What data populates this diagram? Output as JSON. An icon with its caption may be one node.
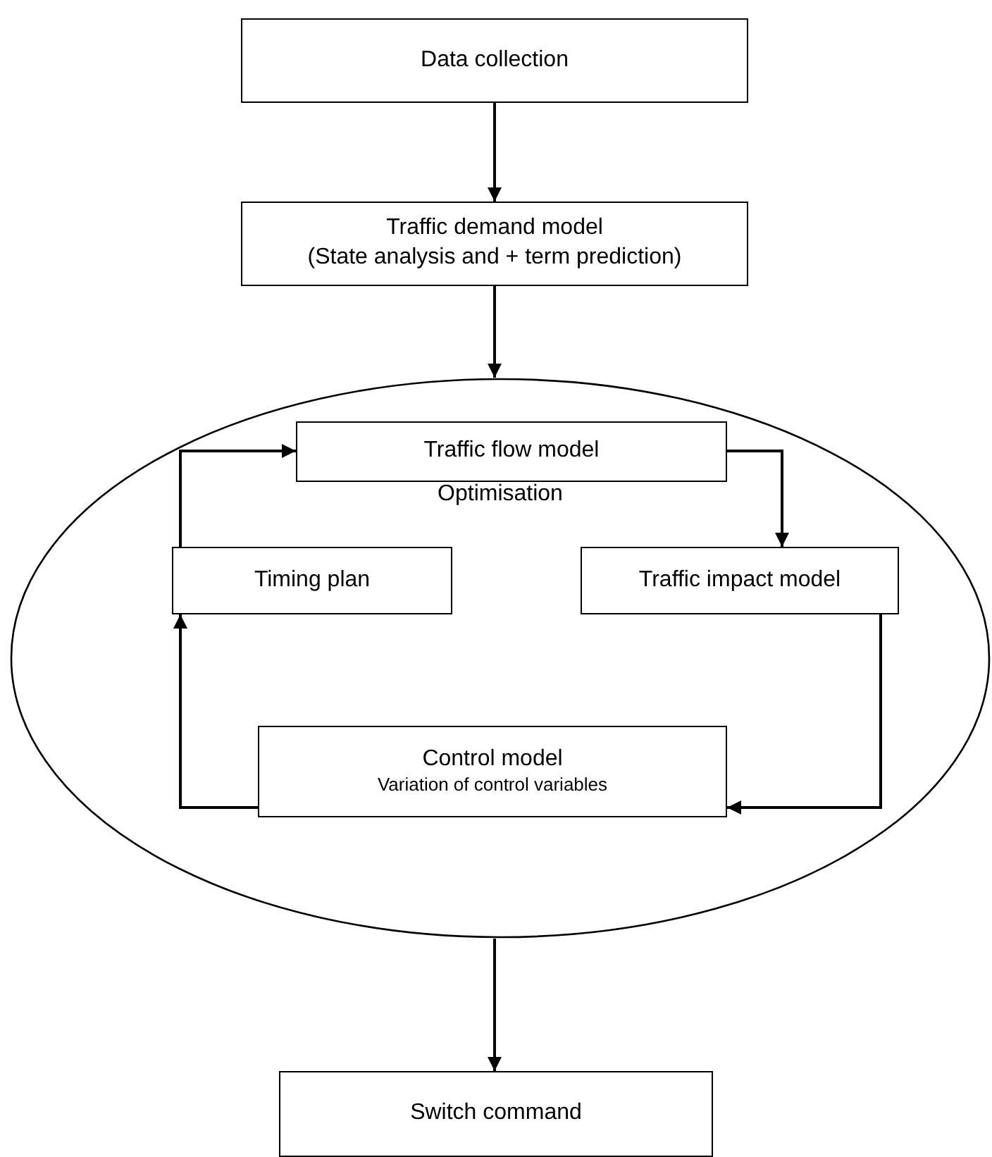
{
  "diagram": {
    "nodes": [
      {
        "text": [
          "Data collection"
        ]
      },
      {
        "text": [
          "Traffic demand model",
          "(State analysis and + term prediction)"
        ]
      },
      {
        "text": [
          "Optimisation"
        ]
      },
      {
        "text": [
          "Traffic flow model"
        ],
        "in": 2
      },
      {
        "text": [
          "Timing plan"
        ],
        "in": 2
      },
      {
        "text": [
          "Traffic impact model"
        ],
        "in": 2
      },
      {
        "text": [
          "Control model",
          "Variation of control variables"
        ],
        "in": 2
      },
      {
        "text": [
          "Switch command"
        ]
      }
    ],
    "edges": [
      {
        "from": 0,
        "to": 1,
        "arrow": "to"
      },
      {
        "from": 1,
        "to": 2,
        "arrow": "to"
      },
      {
        "from": 4,
        "to": 3,
        "arrow": "to"
      },
      {
        "from": 3,
        "to": 5,
        "arrow": "to"
      },
      {
        "from": 5,
        "to": 6,
        "arrow": "to"
      },
      {
        "from": 6,
        "to": 4,
        "arrow": "to"
      },
      {
        "from": 2,
        "to": 7,
        "arrow": "to"
      }
    ]
  }
}
